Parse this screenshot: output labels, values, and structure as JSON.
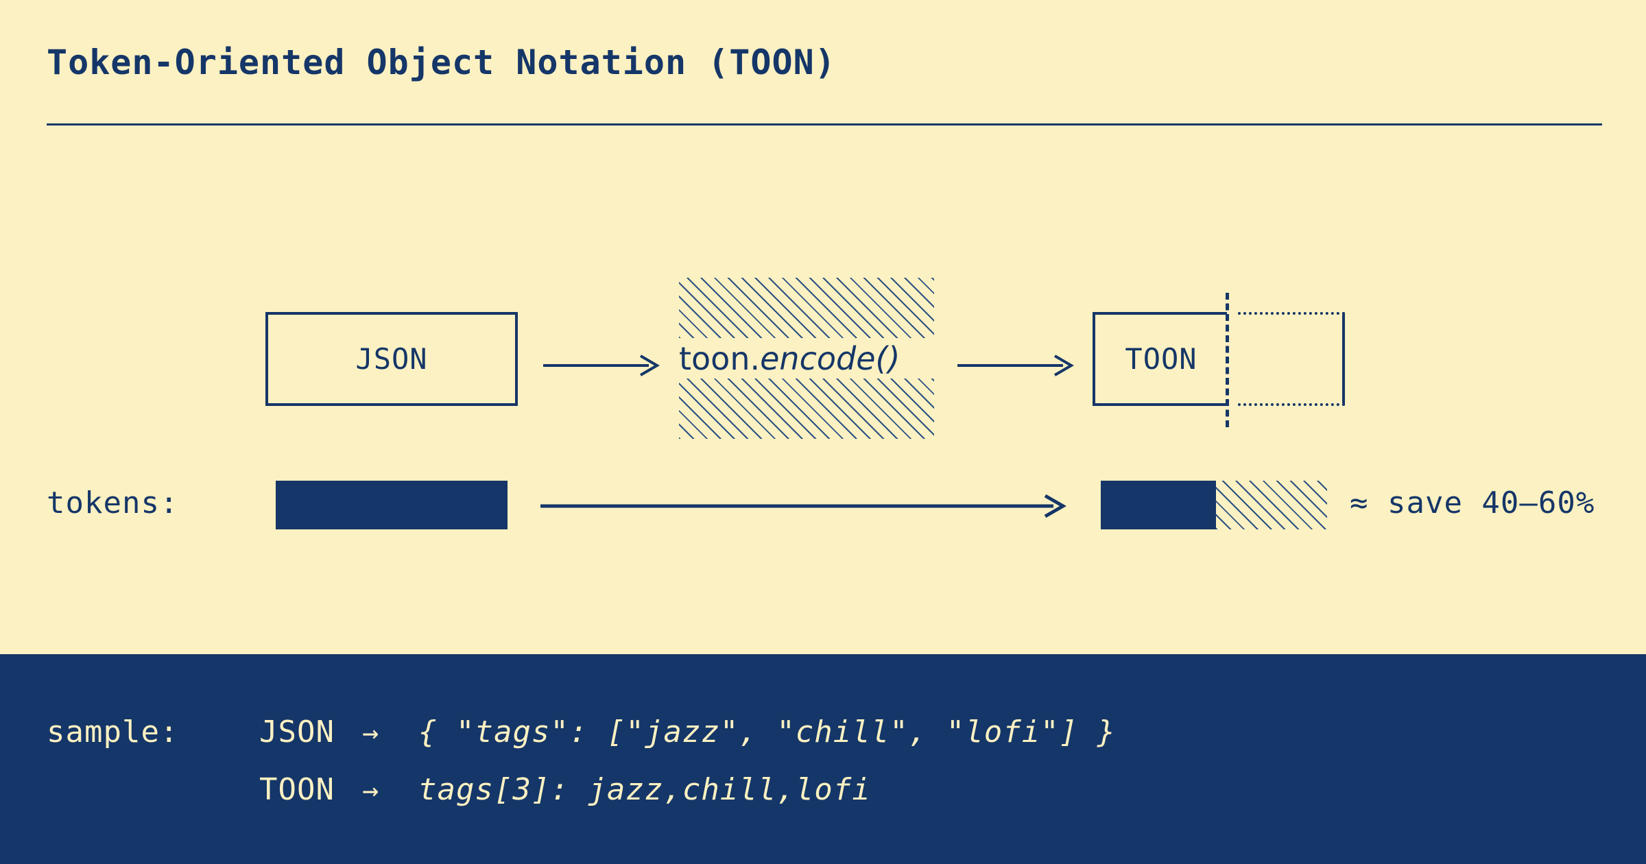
{
  "page": {
    "title": "Token-Oriented Object Notation (TOON)",
    "background_color": "#FCF1C2",
    "ink_color": "#153668"
  },
  "flow": {
    "source_label": "JSON",
    "transform_label_plain": "toon.",
    "transform_label_emph": "encode()",
    "target_label": "TOON",
    "arrow_glyph": "→"
  },
  "tokens": {
    "row_label": "tokens:",
    "savings_note": "≈ save 40–60%",
    "json_bar_fraction": 1.0,
    "toon_solid_fraction": 0.51,
    "toon_saved_fraction": 0.49
  },
  "sample": {
    "row_label": "sample:",
    "arrow": "→",
    "rows": [
      {
        "format": "JSON",
        "code": "{ \"tags\": [\"jazz\", \"chill\", \"lofi\"] }"
      },
      {
        "format": "TOON",
        "code": "tags[3]: jazz,chill,lofi"
      }
    ]
  }
}
